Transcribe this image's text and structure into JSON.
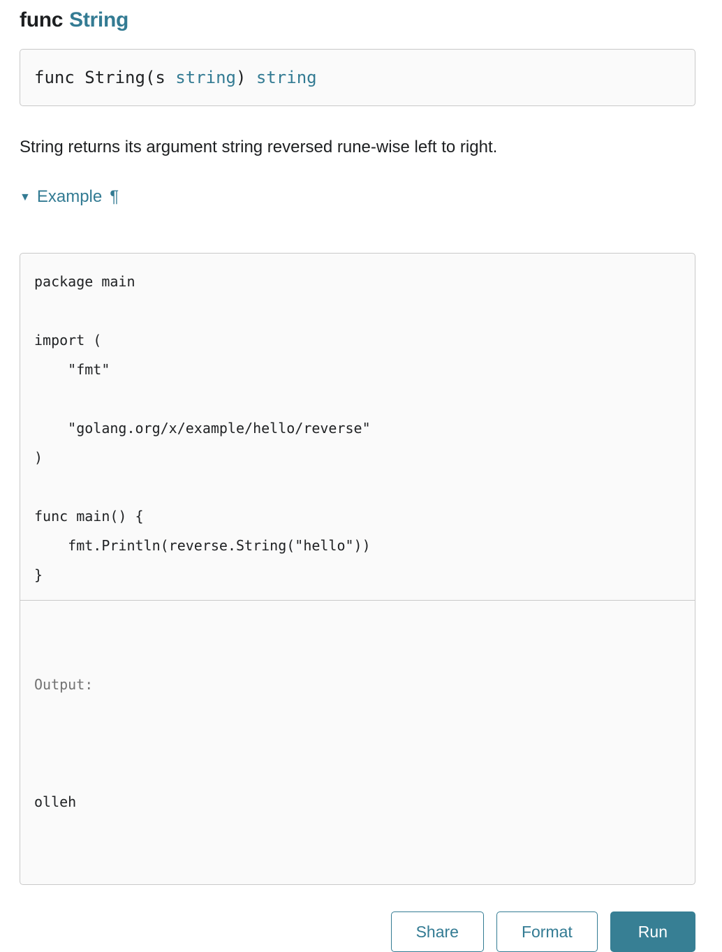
{
  "colors": {
    "accent": "#337b93",
    "run_button_bg": "#377f94",
    "box_background": "#fafafa",
    "box_border": "#c9c9c9",
    "text_primary": "#1d1f21",
    "code_text": "#202224",
    "output_label_gray": "#737373"
  },
  "heading": {
    "keyword": "func",
    "name": "String"
  },
  "signature": {
    "parts": [
      {
        "text": "func String(s ",
        "kind": "plain"
      },
      {
        "text": "string",
        "kind": "link"
      },
      {
        "text": ") ",
        "kind": "plain"
      },
      {
        "text": "string",
        "kind": "link"
      }
    ]
  },
  "description": "String returns its argument string reversed rune-wise left to right.",
  "example": {
    "toggle_icon": "▼",
    "label": "Example",
    "anchor": "¶",
    "code": "package main\n\nimport (\n    \"fmt\"\n\n    \"golang.org/x/example/hello/reverse\"\n)\n\nfunc main() {\n    fmt.Println(reverse.String(\"hello\"))\n}",
    "output_label": "Output:",
    "output_value": "olleh"
  },
  "buttons": {
    "share": "Share",
    "format": "Format",
    "run": "Run"
  }
}
